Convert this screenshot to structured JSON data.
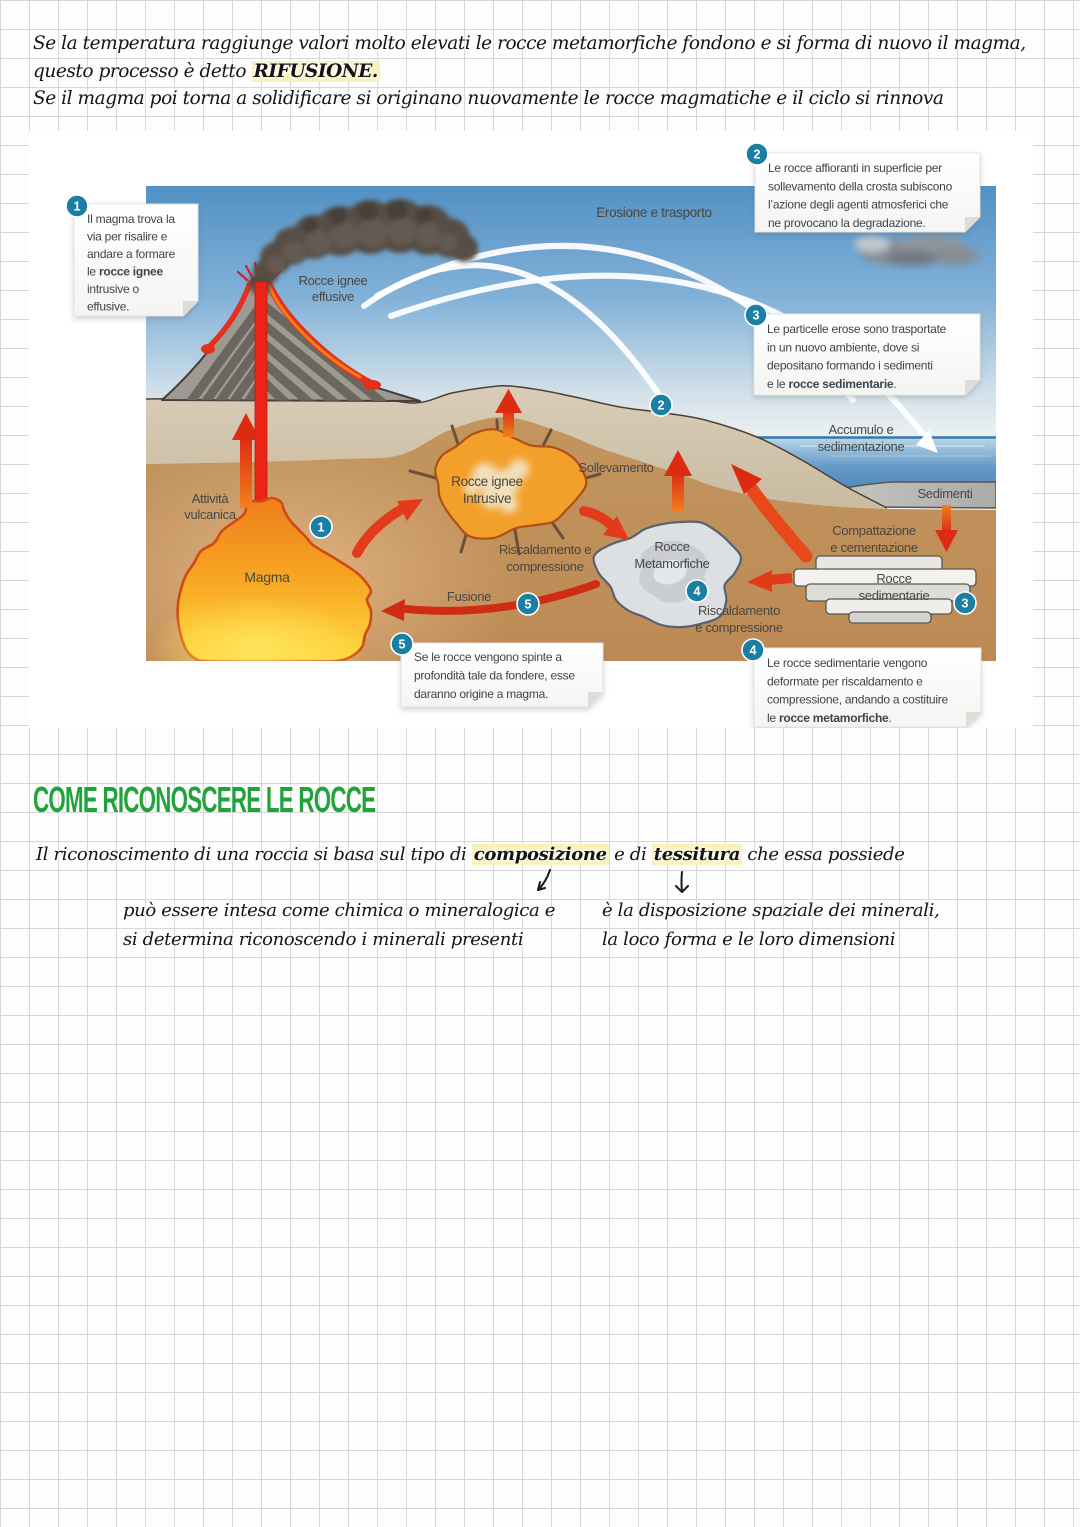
{
  "page": {
    "notes_top": {
      "line1": [
        {
          "t": "Se la temperatura raggiunge valori molto elevati le rocce metamorfiche fondono e si forma di nuovo il magma,"
        }
      ],
      "line2": [
        {
          "t": "questo processo è detto "
        },
        {
          "t": "RIFUSIONE.",
          "b": true,
          "hl": true
        }
      ],
      "line3": [
        {
          "t": "Se il magma poi torna a solidificare si originano nuovamente le rocce magmatiche e il ciclo si rinnova"
        }
      ]
    },
    "section": {
      "heading": "COME RICONOSCERE LE ROCCE",
      "intro": [
        {
          "t": "Il riconoscimento di una roccia si basa sul tipo di "
        },
        {
          "t": "composizione",
          "b": true,
          "hl": true
        },
        {
          "t": " e di "
        },
        {
          "t": "tessitura",
          "b": true,
          "hl": true
        },
        {
          "t": " che essa possiede"
        }
      ],
      "left_note": {
        "line1": "può essere intesa come chimica o mineralogica e",
        "line2": "si determina riconoscendo i minerali presenti"
      },
      "right_note": {
        "line1": "è la disposizione spaziale dei minerali,",
        "line2": "la loco forma e le loro dimensioni"
      }
    }
  },
  "diagram": {
    "labels": {
      "erosione": "Erosione e trasporto",
      "rocce_ignee_effusive": [
        "Rocce ignee",
        "effusive"
      ],
      "accumulo": [
        "Accumulo e",
        "sedimentazione"
      ],
      "sedimenti": "Sedimenti",
      "sollevamento": "Sollevamento",
      "rocce_ignee_intrusive": [
        "Rocce ignee",
        "Intrusive"
      ],
      "riscaldamento_1": [
        "Riscaldamento e",
        "compressione"
      ],
      "rocce_metamorfiche": [
        "Rocce",
        "Metamorfiche"
      ],
      "compattazione": [
        "Compattazione",
        "e cementazione"
      ],
      "rocce_sedimentarie": [
        "Rocce",
        "sedimentarie"
      ],
      "fusione": "Fusione",
      "riscaldamento_2": [
        "Riscaldamento",
        "e compressione"
      ],
      "attivita_vulcanica": [
        "Attività",
        "vulcanica"
      ],
      "magma": "Magma"
    },
    "step_badges": {
      "b1": "1",
      "b2": "2",
      "b3": "3",
      "b4": "4",
      "b5": "5"
    },
    "callouts": [
      {
        "num": "1",
        "lines": [
          [
            {
              "t": "Il magma trova la"
            }
          ],
          [
            {
              "t": "via per risalire e"
            }
          ],
          [
            {
              "t": "andare a formare"
            }
          ],
          [
            {
              "t": "le "
            },
            {
              "t": "rocce ignee",
              "b": true
            }
          ],
          [
            {
              "t": "intrusive o"
            }
          ],
          [
            {
              "t": "effusive."
            }
          ]
        ]
      },
      {
        "num": "2",
        "lines": [
          [
            {
              "t": "Le rocce affioranti in superficie per"
            }
          ],
          [
            {
              "t": "sollevamento della crosta subiscono"
            }
          ],
          [
            {
              "t": "l’azione degli agenti atmosferici che"
            }
          ],
          [
            {
              "t": "ne provocano la degradazione."
            }
          ]
        ]
      },
      {
        "num": "3",
        "lines": [
          [
            {
              "t": "Le particelle erose sono trasportate"
            }
          ],
          [
            {
              "t": "in un nuovo ambiente, dove si"
            }
          ],
          [
            {
              "t": "depositano formando i sedimenti"
            }
          ],
          [
            {
              "t": "e le "
            },
            {
              "t": "rocce sedimentarie",
              "b": true
            },
            {
              "t": "."
            }
          ]
        ]
      },
      {
        "num": "4",
        "lines": [
          [
            {
              "t": "Le rocce sedimentarie vengono"
            }
          ],
          [
            {
              "t": "deformate per riscaldamento e"
            }
          ],
          [
            {
              "t": "compressione, andando a costituire"
            }
          ],
          [
            {
              "t": "le "
            },
            {
              "t": "rocce metamorfiche",
              "b": true
            },
            {
              "t": "."
            }
          ]
        ]
      },
      {
        "num": "5",
        "lines": [
          [
            {
              "t": "Se le rocce vengono spinte a"
            }
          ],
          [
            {
              "t": "profondità tale da fondere, esse"
            }
          ],
          [
            {
              "t": "daranno origine a magma."
            }
          ]
        ]
      }
    ],
    "colors": {
      "badge_teal": "#1b7fa4",
      "arrow_red": "#e03318",
      "highlight_yellow": "#f9f2b4",
      "heading_green": "#1fa23b",
      "label_gray": "#4a4742"
    }
  }
}
